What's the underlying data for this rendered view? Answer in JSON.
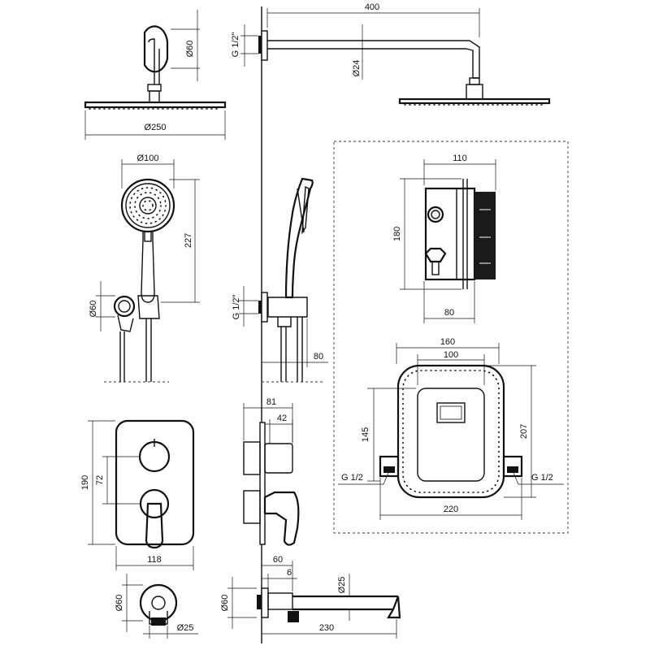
{
  "dimensions": {
    "head_side_d60": "Ø60",
    "head_width_d250": "Ø250",
    "arm_length_400": "400",
    "arm_thread": "G 1/2\"",
    "arm_d24": "Ø24",
    "hand_d100": "Ø100",
    "hand_height_227": "227",
    "holder_d60": "Ø60",
    "hose_thread": "G 1/2\"",
    "holder_depth_80": "80",
    "box_width_110": "110",
    "box_height_180": "180",
    "box_depth_80": "80",
    "frame_160": "160",
    "frame_100": "100",
    "frame_145": "145",
    "frame_207": "207",
    "frame_thread_left": "G 1/2",
    "frame_thread_right": "G 1/2",
    "frame_220": "220",
    "panel_190": "190",
    "panel_72": "72",
    "panel_118": "118",
    "mixer_81": "81",
    "mixer_42": "42",
    "spout_front_d60": "Ø60",
    "spout_front_d25": "Ø25",
    "spout_60": "60",
    "spout_6": "6",
    "spout_side_d60": "Ø60",
    "spout_d25": "Ø25",
    "spout_230": "230"
  }
}
